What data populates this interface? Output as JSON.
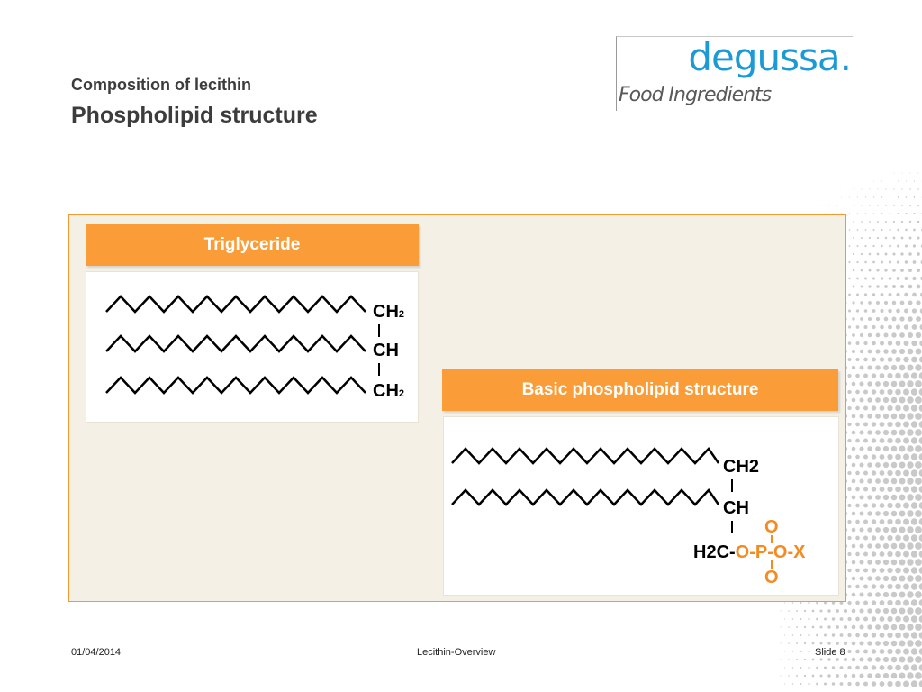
{
  "header": {
    "subtitle": "Composition of lecithin",
    "title": "Phospholipid structure"
  },
  "logo": {
    "brand": "degussa.",
    "tagline": "Food Ingredients"
  },
  "triglyceride": {
    "heading": "Triglyceride",
    "ch2_top": "CH",
    "ch2_top_sub": "2",
    "ch_mid": "CH",
    "ch2_bottom": "CH",
    "ch2_bottom_sub": "2"
  },
  "phospholipid": {
    "heading": "Basic phospholipid structure",
    "ch2_top": "CH2",
    "ch_mid": "CH",
    "o_top": "O",
    "h2c_prefix": "H2C-",
    "phosphate": "O-P-O-X",
    "o_bottom": "O"
  },
  "footer": {
    "date": "01/04/2014",
    "center": "Lecithin-Overview",
    "slide": "Slide 8"
  },
  "colors": {
    "accent_orange": "#fa9d38",
    "panel_beige": "#f4f0e6",
    "brand_blue": "#1b9ad6"
  }
}
